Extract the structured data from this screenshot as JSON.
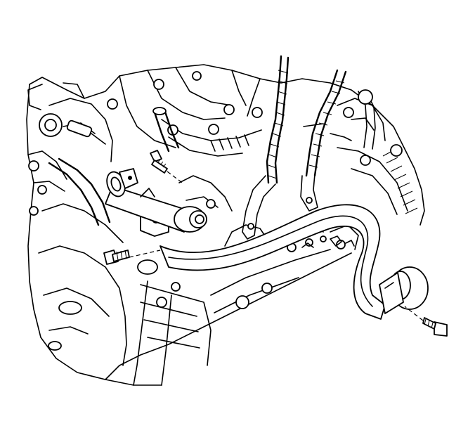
{
  "diagram": {
    "colors": {
      "ink": "#000000",
      "paper": "#ffffff"
    },
    "components": [
      {
        "id": "engine-block",
        "icon": "engine-block-outline"
      },
      {
        "id": "exhaust-crossover-pipe",
        "icon": "curved-pipe"
      },
      {
        "id": "pipe-flange-left",
        "icon": "flange"
      },
      {
        "id": "pipe-flange-right",
        "icon": "flange"
      },
      {
        "id": "mounting-bolt-upper",
        "icon": "bolt"
      },
      {
        "id": "mounting-bolt-lower-left",
        "icon": "bolt"
      },
      {
        "id": "mounting-bolt-right",
        "icon": "bolt"
      },
      {
        "id": "wiring-harness",
        "icon": "wiring-harness"
      },
      {
        "id": "hose-assembly",
        "icon": "hose"
      },
      {
        "id": "support-bracket",
        "icon": "bracket"
      }
    ]
  }
}
